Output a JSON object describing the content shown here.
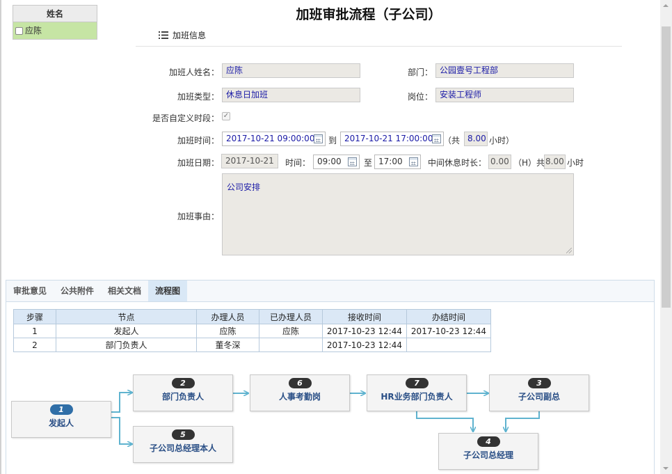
{
  "name_panel": {
    "header": "姓名",
    "rows": [
      {
        "name": "应陈"
      }
    ]
  },
  "title": "加班审批流程（子公司）",
  "section": {
    "label": "加班信息"
  },
  "form": {
    "applicant_label": "加班人姓名：",
    "applicant_value": "应陈",
    "dept_label": "部门：",
    "dept_value": "公园壹号工程部",
    "type_label": "加班类型：",
    "type_value": "休息日加班",
    "post_label": "岗位：",
    "post_value": "安装工程师",
    "custom_label": "是否自定义时段：",
    "time_label": "加班时间：",
    "time_start": "2017-10-21 09:00:00",
    "to_text": "到",
    "time_end": "2017-10-21 17:00:00",
    "total_prefix": "（共",
    "total_value": "8.00",
    "total_suffix": "小时）",
    "date_label": "加班日期：",
    "date_value": "2017-10-21",
    "clock_label": "时间：",
    "clock_start": "09:00",
    "zhi_text": "至",
    "clock_end": "17:00",
    "rest_label": "中间休息时长：",
    "rest_value": "0.00",
    "rest_unit": "（H）共",
    "hours_value": "8.00",
    "hours_unit": "小时",
    "reason_label": "加班事由：",
    "reason_value": "公司安排"
  },
  "tabs": [
    {
      "label": "审批意见"
    },
    {
      "label": "公共附件"
    },
    {
      "label": "相关文档"
    },
    {
      "label": "流程图"
    }
  ],
  "steps_table": {
    "headers": [
      "步骤",
      "节点",
      "办理人员",
      "已办理人员",
      "接收时间",
      "办结时间"
    ],
    "rows": [
      [
        "1",
        "发起人",
        "应陈",
        "应陈",
        "2017-10-23 12:44",
        "2017-10-23 12:44"
      ],
      [
        "2",
        "部门负责人",
        "董冬深",
        "",
        "2017-10-23 12:44",
        ""
      ]
    ]
  },
  "flow": {
    "nodes": [
      {
        "num": "1",
        "label": "发起人"
      },
      {
        "num": "2",
        "label": "部门负责人"
      },
      {
        "num": "5",
        "label": "子公司总经理本人"
      },
      {
        "num": "6",
        "label": "人事考勤岗"
      },
      {
        "num": "7",
        "label": "HR业务部门负责人"
      },
      {
        "num": "3",
        "label": "子公司副总"
      },
      {
        "num": "4",
        "label": "子公司总经理"
      }
    ],
    "edge_color": "#5fb3cf"
  },
  "colors": {
    "field_text": "#1a1aa6",
    "selected_row": "#c6e5a4",
    "active_tab": "#d9e8f6"
  }
}
